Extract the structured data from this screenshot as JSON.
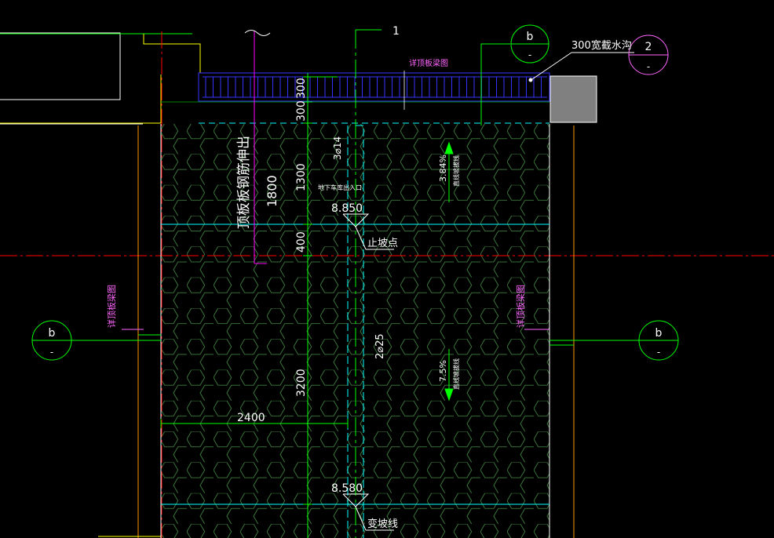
{
  "colors": {
    "background": "#000000",
    "white": "#ffffff",
    "green": "#00ff00",
    "yellow": "#ffff00",
    "cyan": "#00ffff",
    "magenta": "#ff00ff",
    "pink": "#ff66ff",
    "red": "#ff0000",
    "orange": "#ff9900",
    "blue": "#3333ff",
    "olive": "#7f7f00",
    "gray": "#808080",
    "hatch": "#3f7f3f"
  },
  "labels": {
    "water_channel": "300宽截水沟",
    "detail_top_beam": "详顶板梁图",
    "detail_side_left": "详顶板梁图",
    "detail_side_right": "详顶板梁图",
    "roof_rebar_note": "顶板板钢筋伸出",
    "roof_rebar_len": "1800",
    "bars_top": "3⌀14",
    "bars_mid": "2⌀25",
    "garage_entrance": "地下车库出入口",
    "stop_slope": "止坡点",
    "change_slope": "变坡线",
    "slope_top_pct": "3.84%",
    "slope_top_text": "直线坡拔线",
    "slope_bottom_pct": "7.5%",
    "slope_bottom_text": "直线坡拔线"
  },
  "dimensions": {
    "dim_300_a": "300",
    "dim_300_b": "300",
    "dim_1300": "1300",
    "dim_400": "400",
    "dim_3200": "3200",
    "dim_2400": "2400"
  },
  "elevations": {
    "elev_upper": "8.850",
    "elev_lower": "8.580"
  },
  "axis_markers": {
    "axis_1": "1",
    "axis_2": "2",
    "section_b": "b",
    "section_dash": "-"
  }
}
